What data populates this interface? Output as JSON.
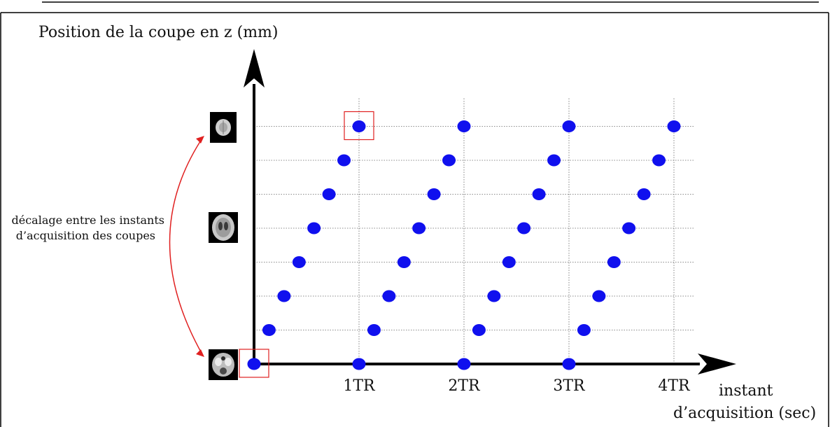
{
  "chart_data": {
    "type": "scatter",
    "title": "",
    "ylabel": "Position de la coupe en z (mm)",
    "xlabel_line1": "instant",
    "xlabel_line2": "d’acquisition (sec)",
    "x_tick_labels": [
      "1TR",
      "2TR",
      "3TR",
      "4TR"
    ],
    "slices": 8,
    "acquisition_cycles": 4,
    "points_per_cycle_description": "slices acquired sequentially from bottom to top within each TR",
    "series": [
      {
        "name": "",
        "x_TR": [
          0.0,
          0.143,
          0.286,
          0.429,
          0.571,
          0.714,
          0.857,
          1.0,
          1.0,
          1.143,
          1.286,
          1.429,
          1.571,
          1.714,
          1.857,
          2.0,
          2.0,
          2.143,
          2.286,
          2.429,
          2.571,
          2.714,
          2.857,
          3.0,
          3.0,
          3.143,
          3.286,
          3.429,
          3.571,
          3.714,
          3.857,
          4.0
        ],
        "slice_index": [
          0,
          1,
          2,
          3,
          4,
          5,
          6,
          7,
          0,
          1,
          2,
          3,
          4,
          5,
          6,
          7,
          0,
          1,
          2,
          3,
          4,
          5,
          6,
          7,
          0,
          1,
          2,
          3,
          4,
          5,
          6,
          7
        ]
      }
    ],
    "highlighted_points": [
      {
        "x_TR": 0.0,
        "slice_index": 0
      },
      {
        "x_TR": 1.0,
        "slice_index": 7
      }
    ],
    "grid": "dotted",
    "annotation": {
      "line1": "décalage entre les instants",
      "line2": "d’acquisition des coupes"
    }
  },
  "colors": {
    "point": "#1010ee",
    "highlight_box": "#e02020",
    "annotation_arrow": "#e02020",
    "axis": "#000000",
    "grid": "#666666"
  }
}
